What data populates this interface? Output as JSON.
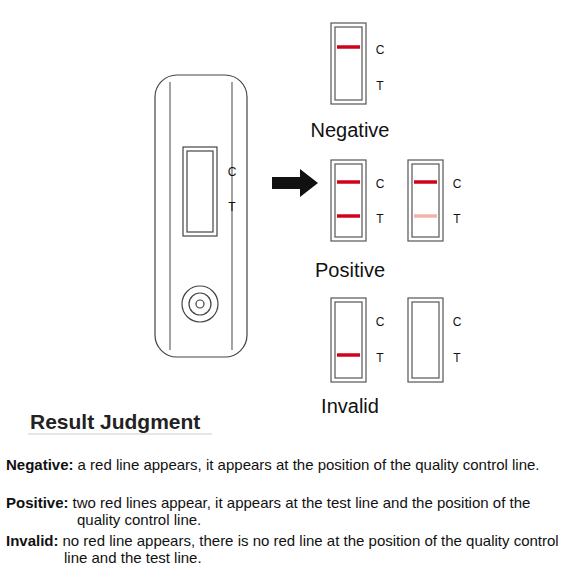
{
  "diagram": {
    "title": "Result Judgment",
    "labels": [
      "C",
      "T",
      "C",
      "T",
      "Negative",
      "C",
      "T",
      "C",
      "T",
      "Positive",
      "C",
      "T",
      "C",
      "T",
      "Invalid",
      "Negative:",
      "a red line appears, it appears at the position of the quality control line.",
      "Positive:",
      "two red lines appear, it appears at the test line and the position of the quality control line.",
      "Invalid:",
      "no red line appears, there is no red line at the position of the quality control line and the test line."
    ]
  }
}
